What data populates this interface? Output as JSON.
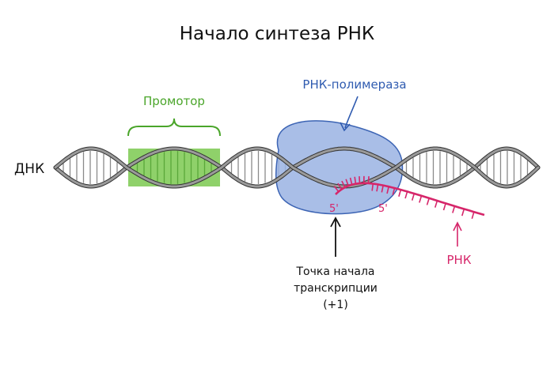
{
  "title": "Начало синтеза РНК",
  "labels": {
    "dna": "ДНК",
    "promoter": "Промотор",
    "polymerase": "РНК-полимераза",
    "rna": "РНК",
    "five_prime_template": "5'",
    "five_prime_rna": "5'",
    "start_point_line1": "Точка начала",
    "start_point_line2": "транскрипции",
    "start_point_line3": "(+1)"
  },
  "colors": {
    "strand": "#9a9a9a",
    "strand_outline": "#333333",
    "rung": "#8a8a8a",
    "promoter_fill": "#8fd16a",
    "promoter_label": "#4aa52a",
    "polymerase_fill": "#9ab3e3",
    "polymerase_stroke": "#3c64b4",
    "polymerase_label": "#2f5bb0",
    "rna": "#d6266a",
    "text": "#111111"
  }
}
